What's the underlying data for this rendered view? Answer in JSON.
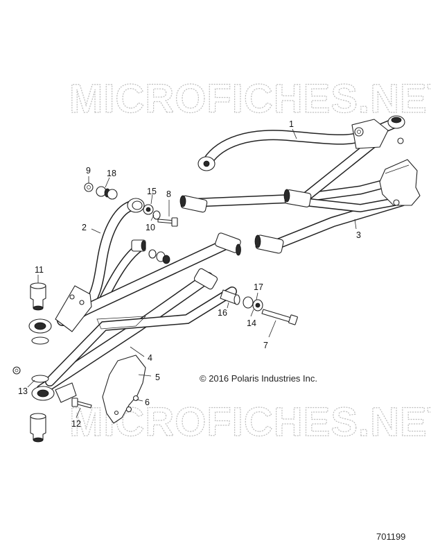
{
  "watermark": "MICROFICHES.NET",
  "copyright": "© 2016 Polaris Industries Inc.",
  "diagram_number": "701199",
  "callouts": [
    "1",
    "2",
    "3",
    "4",
    "5",
    "6",
    "7",
    "8",
    "9",
    "10",
    "11",
    "12",
    "13",
    "14",
    "15",
    "16",
    "17",
    "18"
  ]
}
